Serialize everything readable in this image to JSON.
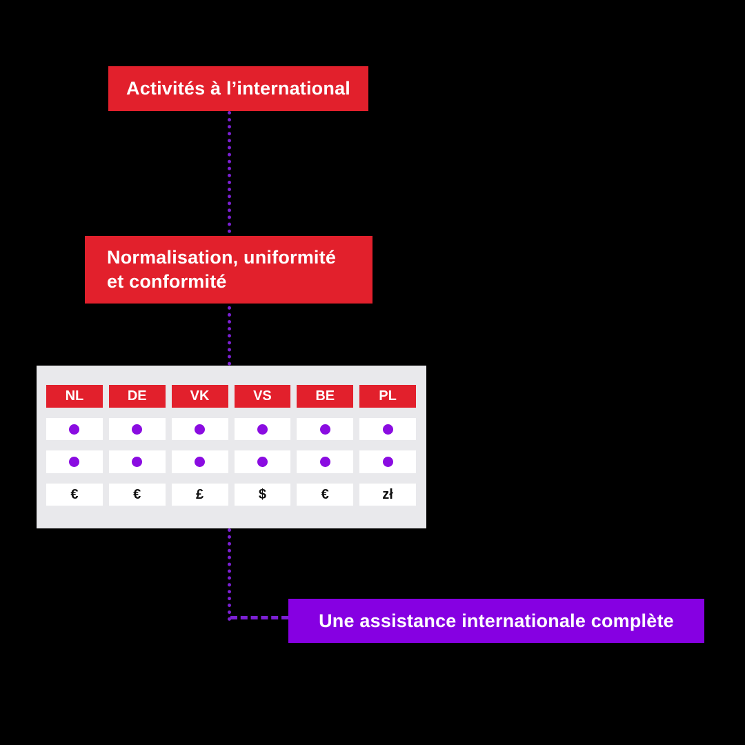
{
  "colors": {
    "background": "#000000",
    "red": "#E2202C",
    "purple_box": "#8600E2",
    "dot": "#8A0CE1",
    "connector": "#7B20D3",
    "panel": "#E9E9EC",
    "cell": "#FFFFFF",
    "text_light": "#FFFFFF",
    "text_dark": "#111111"
  },
  "flow": {
    "step1": {
      "label": "Activités à l’international"
    },
    "step2": {
      "label_line1": "Normalisation, uniformité",
      "label_line2": "et conformité"
    },
    "result": {
      "label": "Une assistance internationale complète"
    }
  },
  "table": {
    "headers": [
      "NL",
      "DE",
      "VK",
      "VS",
      "BE",
      "PL"
    ],
    "rows": [
      {
        "type": "dots",
        "cells": [
          "dot",
          "dot",
          "dot",
          "dot",
          "dot",
          "dot"
        ]
      },
      {
        "type": "dots",
        "cells": [
          "dot",
          "dot",
          "dot",
          "dot",
          "dot",
          "dot"
        ]
      },
      {
        "type": "currency",
        "cells": [
          "€",
          "€",
          "£",
          "$",
          "€",
          "zł"
        ]
      }
    ]
  }
}
